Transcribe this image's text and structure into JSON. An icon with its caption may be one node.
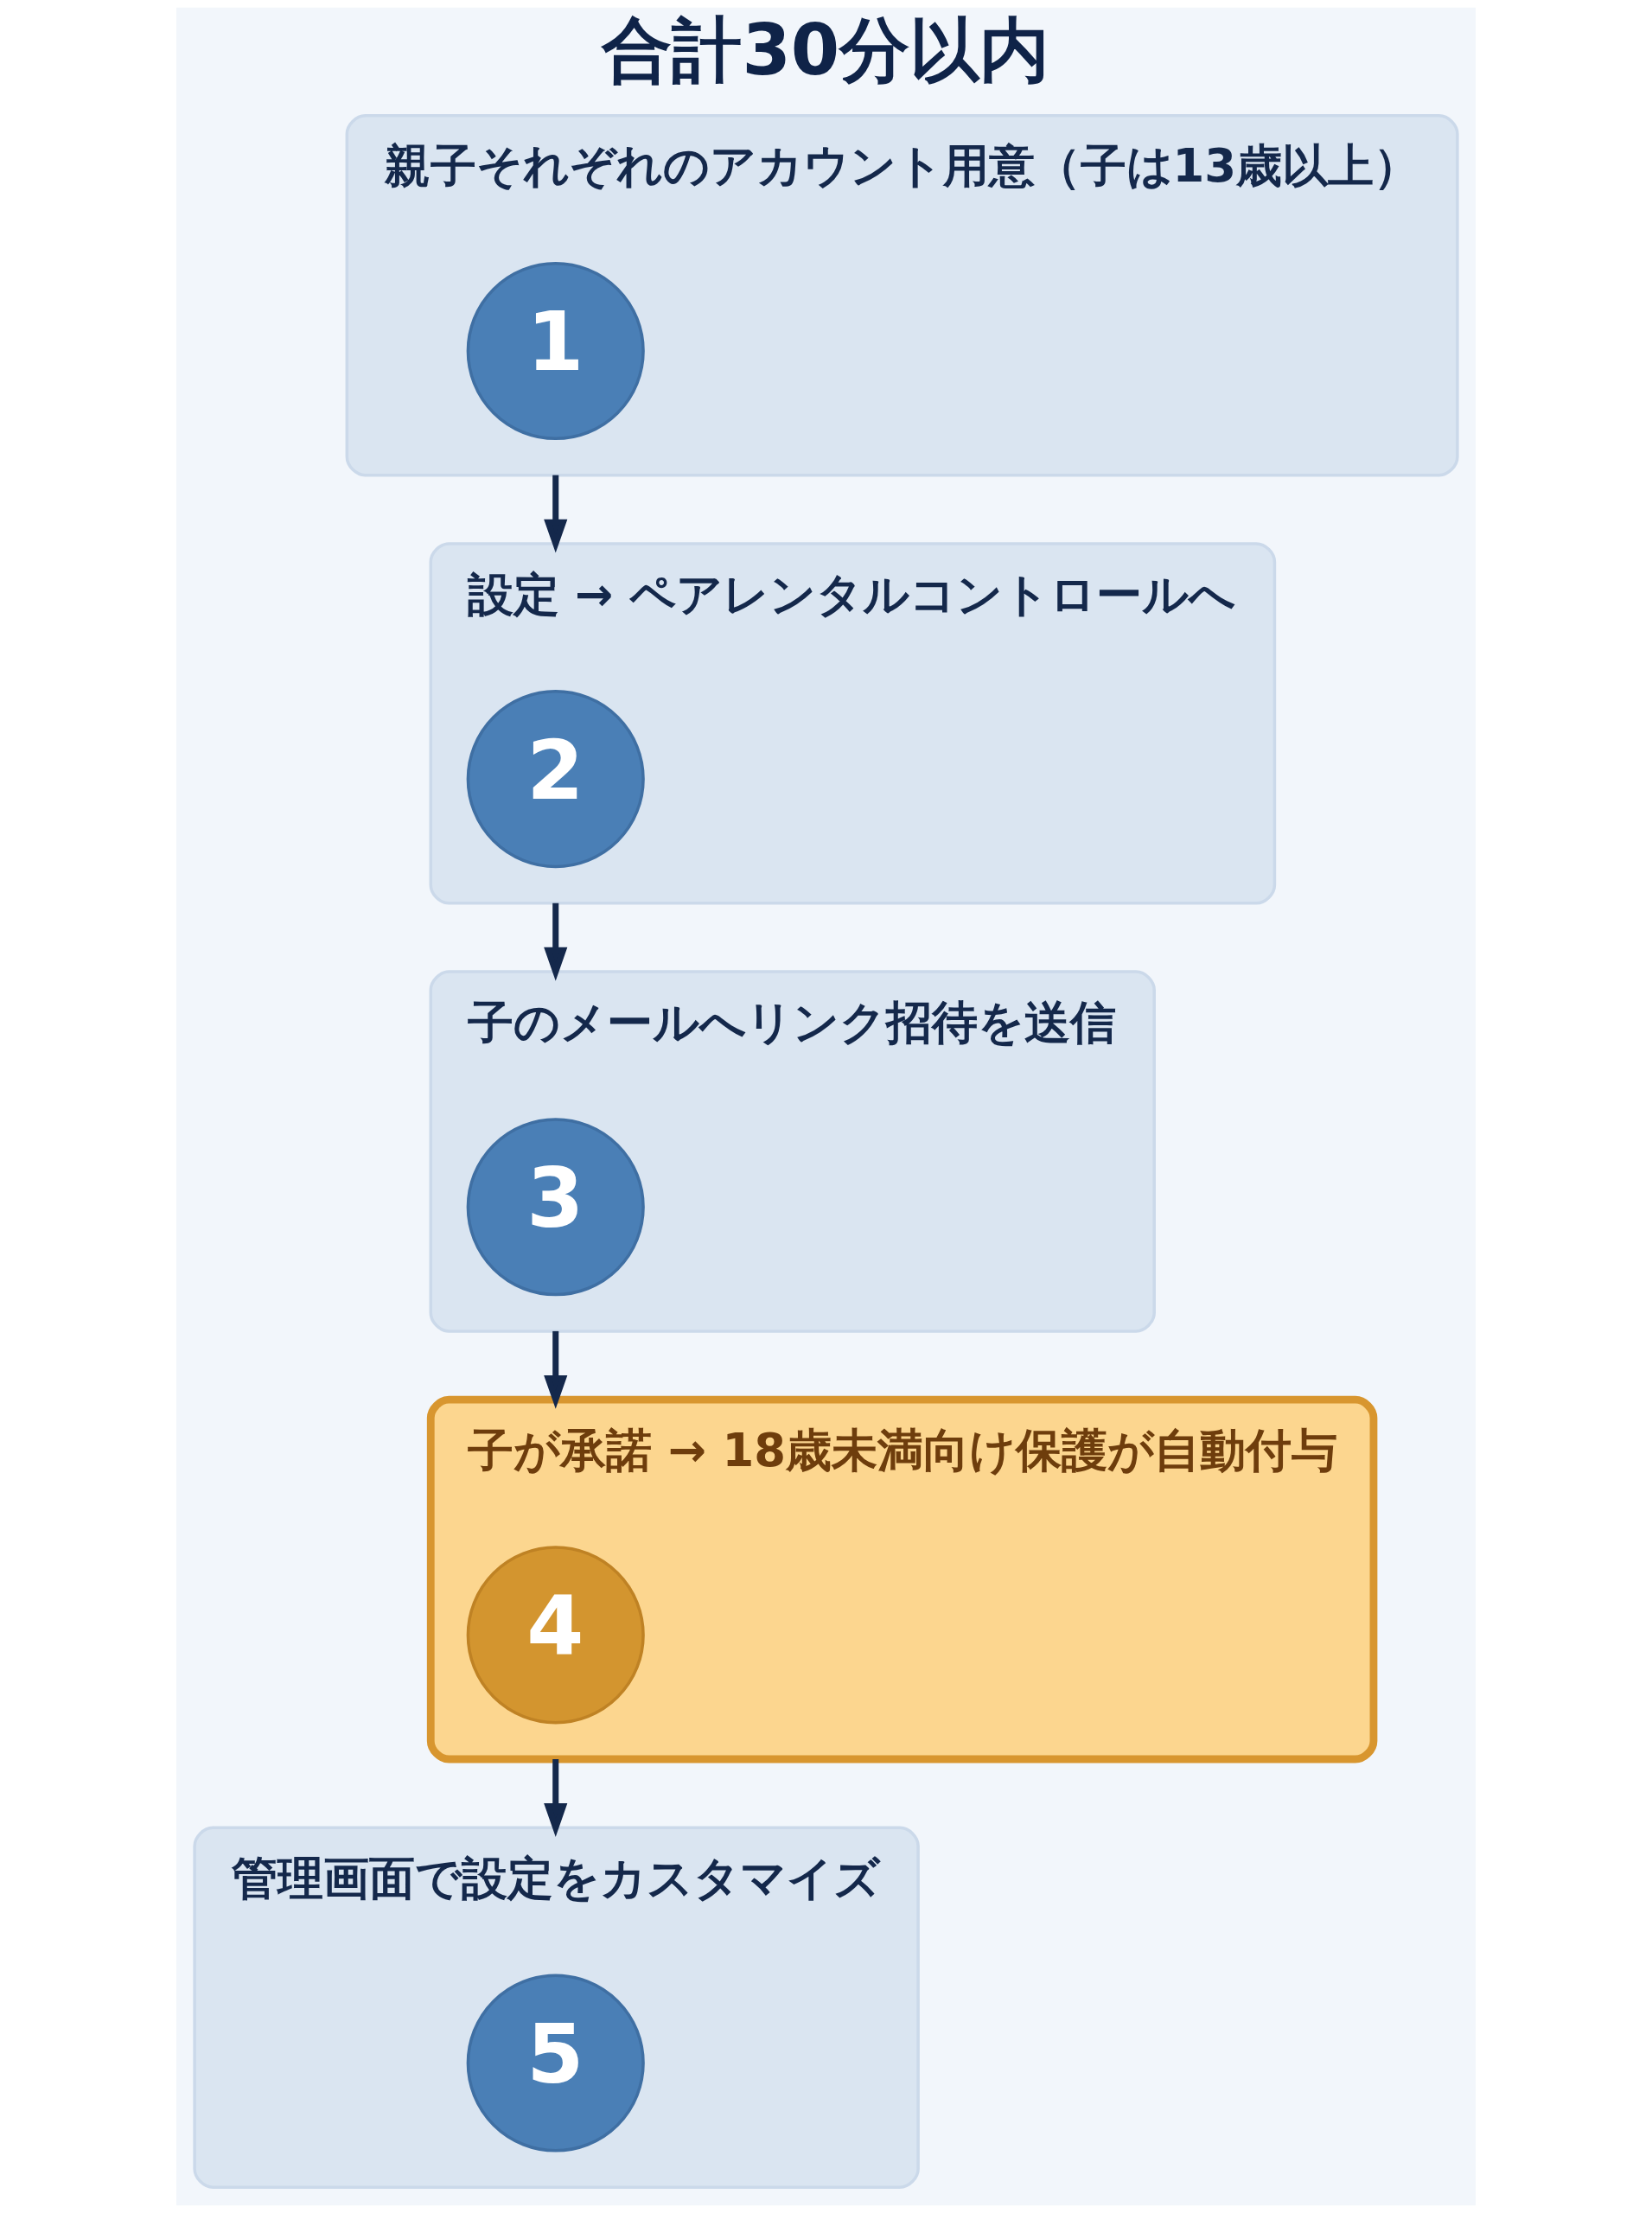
{
  "diagram": {
    "title": "合計30分以内",
    "nodes": [
      {
        "text": [
          "親子それぞれのアカウント用意（子は13歳以上）"
        ]
      },
      {
        "text": [
          "1"
        ],
        "in": 0
      },
      {
        "text": [
          "設定 → ペアレンタルコントロールへ"
        ]
      },
      {
        "text": [
          "2"
        ],
        "in": 2
      },
      {
        "text": [
          "子のメールへリンク招待を送信"
        ]
      },
      {
        "text": [
          "3"
        ],
        "in": 4
      },
      {
        "text": [
          "子が承諾 → 18歳未満向け保護が自動付与"
        ]
      },
      {
        "text": [
          "4"
        ],
        "in": 6
      },
      {
        "text": [
          "管理画面で設定をカスタマイズ"
        ]
      },
      {
        "text": [
          "5"
        ],
        "in": 8
      }
    ],
    "edges": [
      {
        "from": 0,
        "to": 2,
        "arrow": "to"
      },
      {
        "from": 2,
        "to": 4,
        "arrow": "to"
      },
      {
        "from": 4,
        "to": 6,
        "arrow": "to"
      },
      {
        "from": 6,
        "to": 8,
        "arrow": "to"
      }
    ]
  }
}
